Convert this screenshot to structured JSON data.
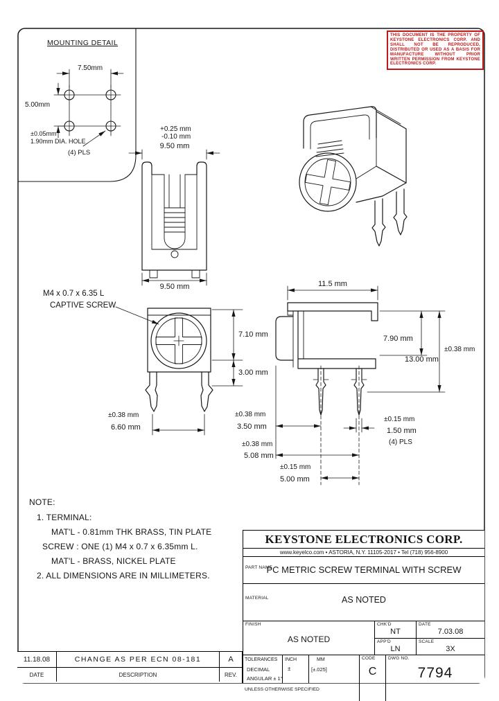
{
  "sheet": {
    "proprietary_notice": "THIS DOCUMENT IS THE PROPERTY OF KEYSTONE ELECTRONICS CORP. AND SHALL NOT BE REPRODUCED, DISTRIBUTED OR USED AS A BASIS FOR MANUFACTURE WITHOUT PRIOR WRITTEN PERMISSION FROM KEYSTONE ELECTRONICS CORP."
  },
  "mounting_detail": {
    "title": "MOUNTING DETAIL",
    "dim_horizontal": "7.50mm",
    "dim_vertical": "5.00mm",
    "hole_tolerance": "±0.05mm",
    "hole_label": "1.90mm DIA. HOLE",
    "places": "(4) PLS"
  },
  "front_view": {
    "tol_plus": "+0.25 mm",
    "tol_minus": "-0.10 mm",
    "width_top": "9.50 mm",
    "width_bottom": "9.50 mm"
  },
  "screw_view": {
    "callout_line1": "M4 x 0.7 x 6.35 L",
    "callout_line2": "CAPTIVE SCREW",
    "dim_head_height": "7.10 mm",
    "dim_body_height": "3.00 mm",
    "leg_span_tol": "±0.38 mm",
    "leg_span": "6.60 mm"
  },
  "profile_view": {
    "dim_depth": "11.5 mm",
    "dim_head": "7.90 mm",
    "overall_tol": "±0.38 mm",
    "dim_overall": "13.00 mm",
    "dim_a_tol": "±0.38 mm",
    "dim_a": "3.50 mm",
    "pin_tol": "±0.15 mm",
    "pin_width": "1.50 mm",
    "pin_places": "(4) PLS",
    "dim_b_tol": "±0.38 mm",
    "dim_b": "5.08 mm",
    "dim_c_tol": "±0.15 mm",
    "dim_c": "5.00 mm"
  },
  "notes": {
    "heading": "NOTE:",
    "item1": "1. TERMINAL:",
    "item1a": "MAT'L - 0.81mm THK BRASS, TIN PLATE",
    "item1b": "SCREW : ONE (1) M4 x 0.7 x 6.35mm L.",
    "item1c": "MAT'L - BRASS, NICKEL PLATE",
    "item2": "2. ALL DIMENSIONS ARE IN MILLIMETERS."
  },
  "title_block": {
    "company": "KEYSTONE ELECTRONICS CORP.",
    "address": "www.keyelco.com  •  ASTORIA, N.Y. 11105-2017  •  Tel (718) 956-8900",
    "part_name_label": "PART NAME",
    "part_name": "PC METRIC SCREW TERMINAL WITH SCREW",
    "material_label": "MATERIAL",
    "material_value": "AS NOTED",
    "finish_label": "FINISH",
    "finish_value": "AS NOTED",
    "chkd_label": "CHK'D",
    "chkd_value": "NT",
    "date_label": "DATE",
    "date_value": "7.03.08",
    "appd_label": "APP'D",
    "appd_value": "LN",
    "scale_label": "SCALE",
    "scale_value": "3X",
    "tolerances_label": "TOLERANCES",
    "col_inch": "INCH",
    "col_mm": "MM",
    "row_decimal": "DECIMAL",
    "decimal_inch": "±",
    "decimal_mm": "[±.025]",
    "row_angular": "ANGULAR ± 1°",
    "unless_note": "UNLESS OTHERWISE SPECIFIED",
    "code_label": "CODE",
    "code_value": "C",
    "dwg_label": "DWG NO.",
    "dwg_number": "7794"
  },
  "revision_block": {
    "entry_date": "11.18.08",
    "entry_description": "CHANGE AS PER ECN 08-181",
    "entry_rev": "A",
    "col_date": "DATE",
    "col_description": "DESCRIPTION",
    "col_rev": "REV."
  },
  "colors": {
    "notice_red": "#c11616",
    "ink": "#161616"
  }
}
